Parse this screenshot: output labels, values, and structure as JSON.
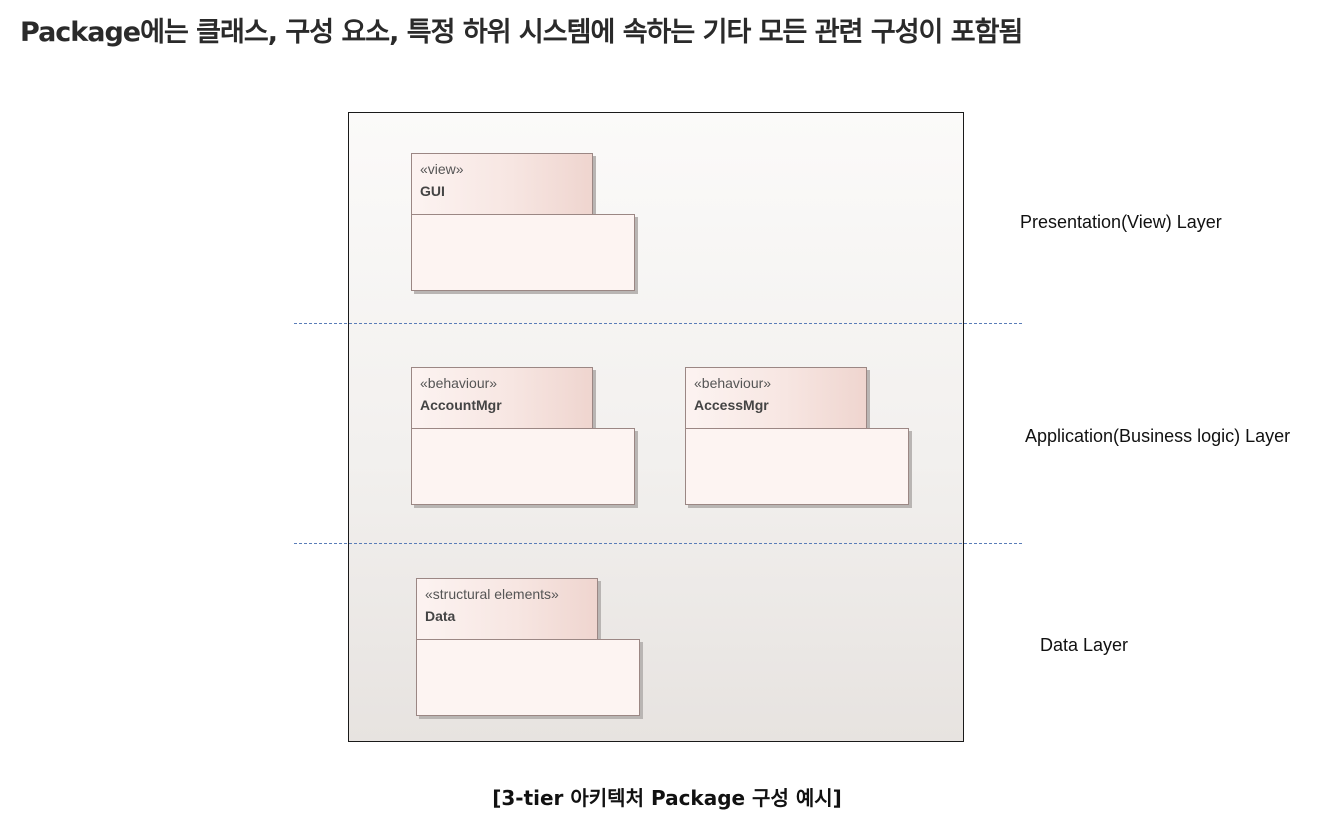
{
  "heading": "Package에는 클래스, 구성 요소, 특정 하위 시스템에 속하는 기타 모든 관련 구성이 포함됨",
  "caption": "[3-tier 아키텍처 Package 구성 예시]",
  "packages": [
    {
      "stereotype": "«view»",
      "name": "GUI"
    },
    {
      "stereotype": "«behaviour»",
      "name": "AccountMgr"
    },
    {
      "stereotype": "«behaviour»",
      "name": "AccessMgr"
    },
    {
      "stereotype": "«structural elements»",
      "name": "Data"
    }
  ],
  "layers": [
    "Presentation(View) Layer",
    "Application(Business logic) Layer",
    "Data Layer"
  ],
  "colors": {
    "package_fill": "#fdf4f2",
    "package_border": "#9b8784",
    "divider": "#5a7db8",
    "frame_border": "#1a1a1a"
  }
}
